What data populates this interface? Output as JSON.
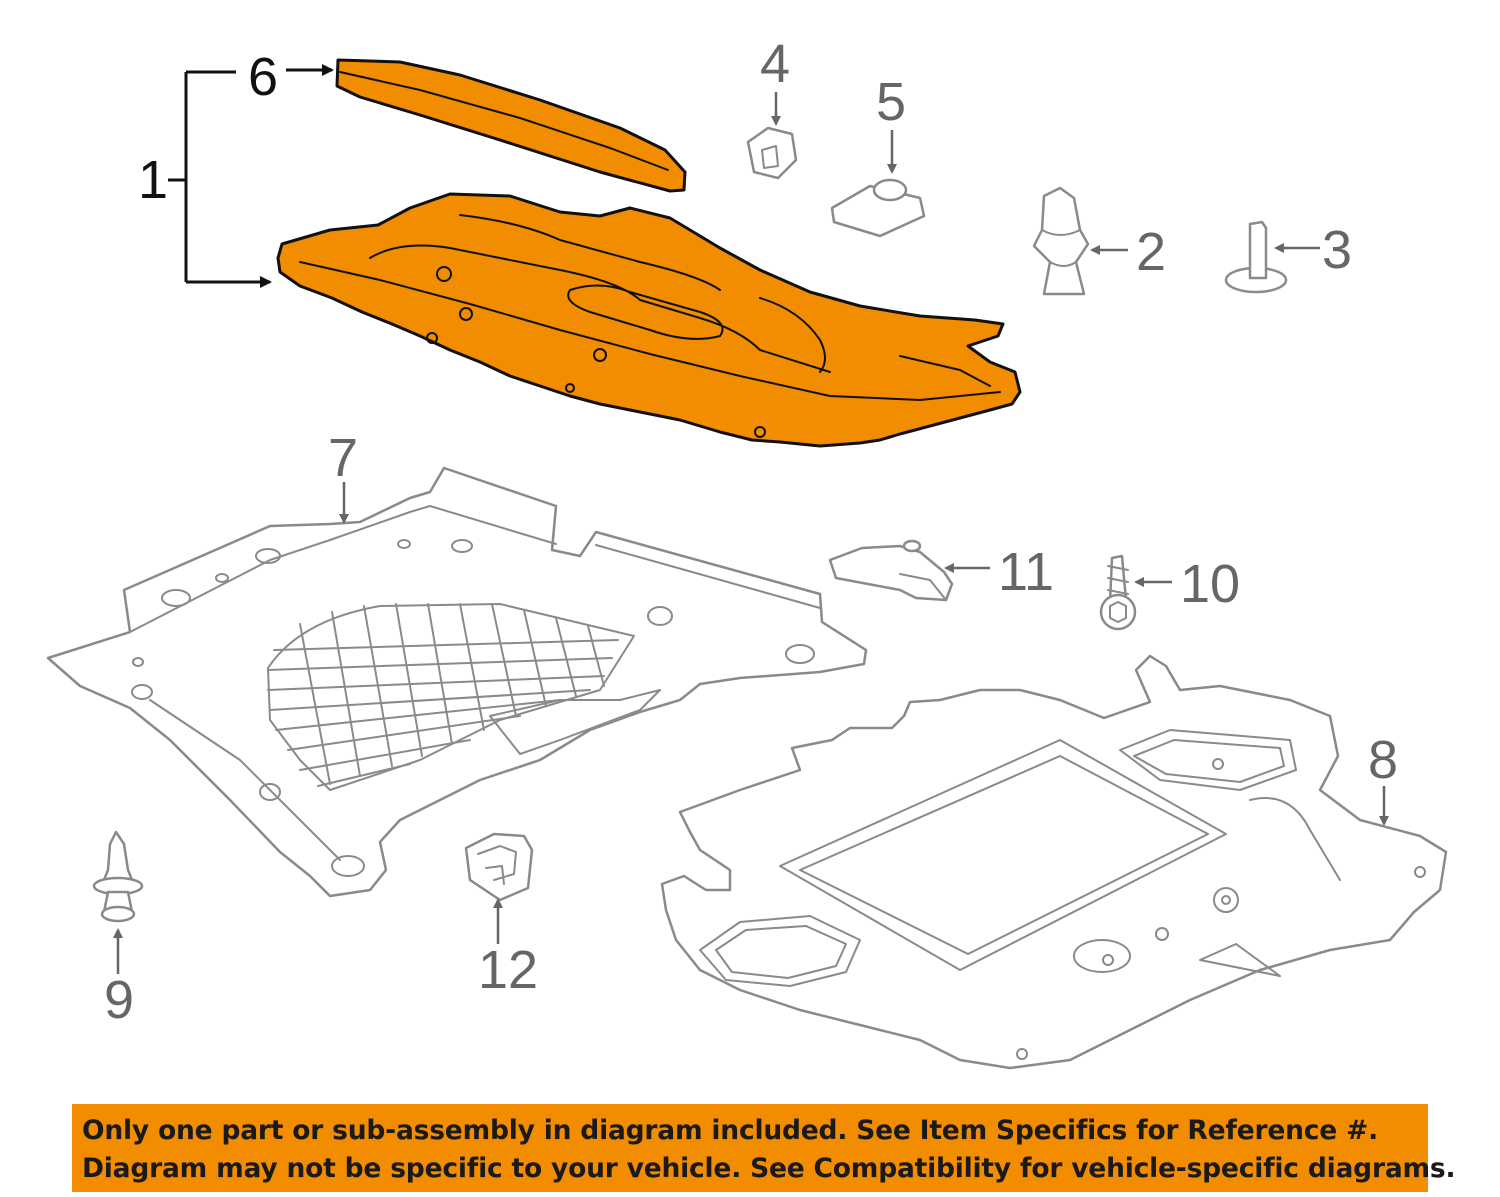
{
  "callouts": {
    "c1": "1",
    "c2": "2",
    "c3": "3",
    "c4": "4",
    "c5": "5",
    "c6": "6",
    "c7": "7",
    "c8": "8",
    "c9": "9",
    "c10": "10",
    "c11": "11",
    "c12": "12"
  },
  "notice": {
    "line1": "Only one part or sub-assembly in diagram included. See Item Specifics for Reference #.",
    "line2": "Diagram may not be specific to your vehicle. See Compatibility for vehicle-specific diagrams."
  },
  "colors": {
    "highlight": "#f28c00",
    "outline_gray": "#8a8a8a",
    "text_gray": "#666666"
  }
}
